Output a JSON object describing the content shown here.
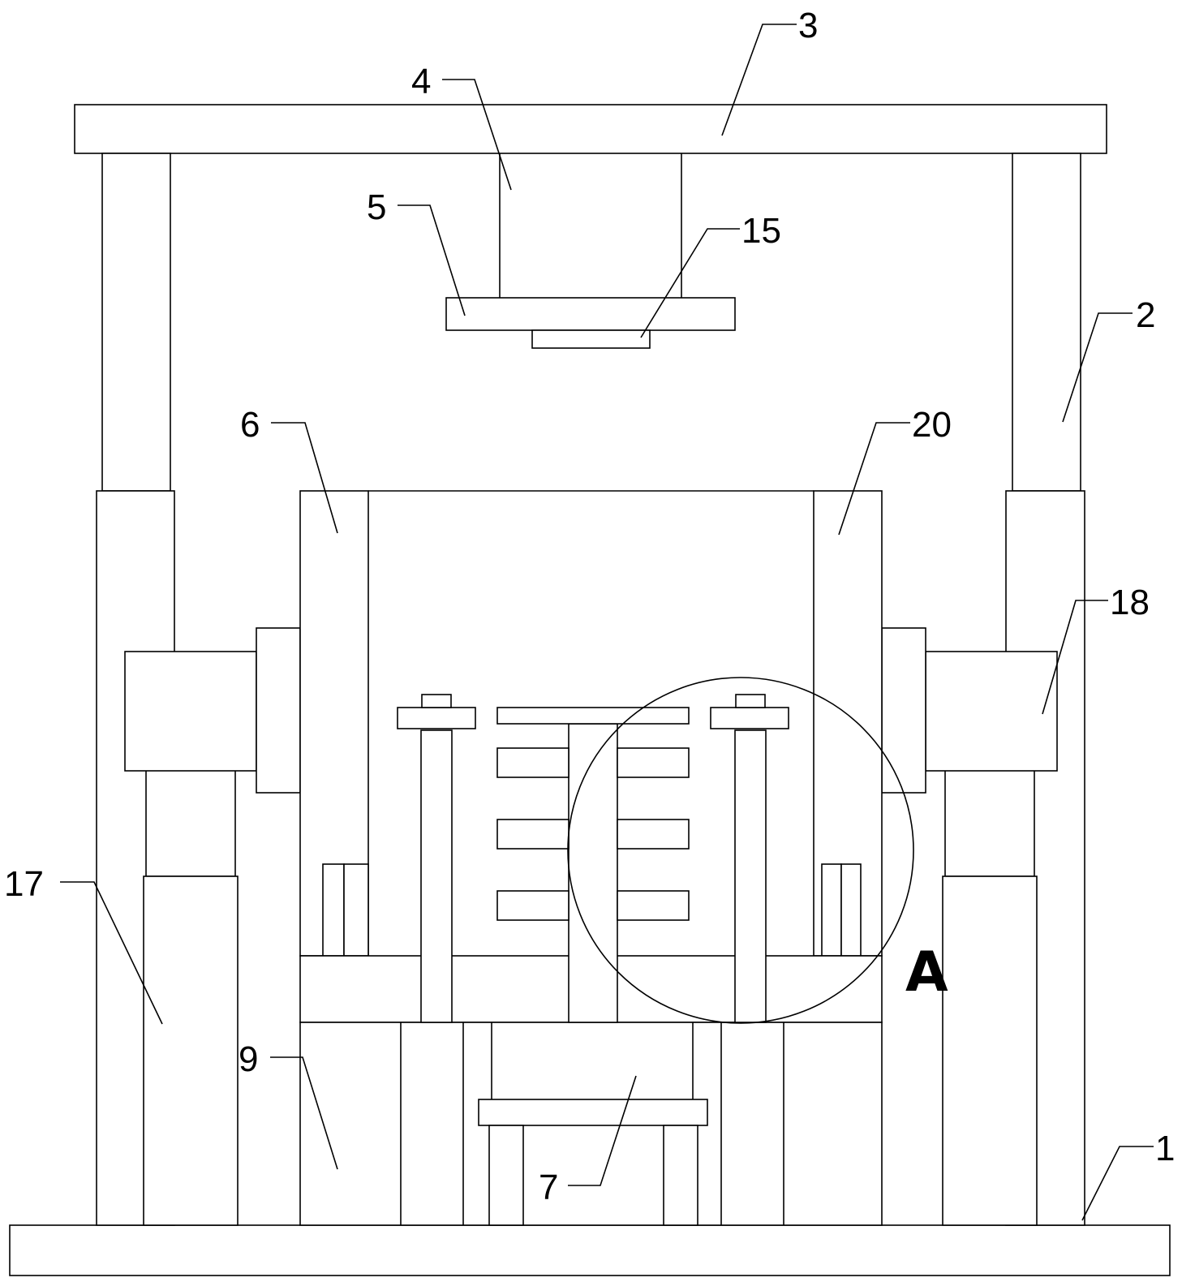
{
  "labels": {
    "n1": "1",
    "n2": "2",
    "n3": "3",
    "n4": "4",
    "n5": "5",
    "n6": "6",
    "n7": "7",
    "n9": "9",
    "n15": "15",
    "n17": "17",
    "n18": "18",
    "n20": "20",
    "detail": "A"
  },
  "colors": {
    "stroke": "#000000",
    "background": "#ffffff"
  }
}
